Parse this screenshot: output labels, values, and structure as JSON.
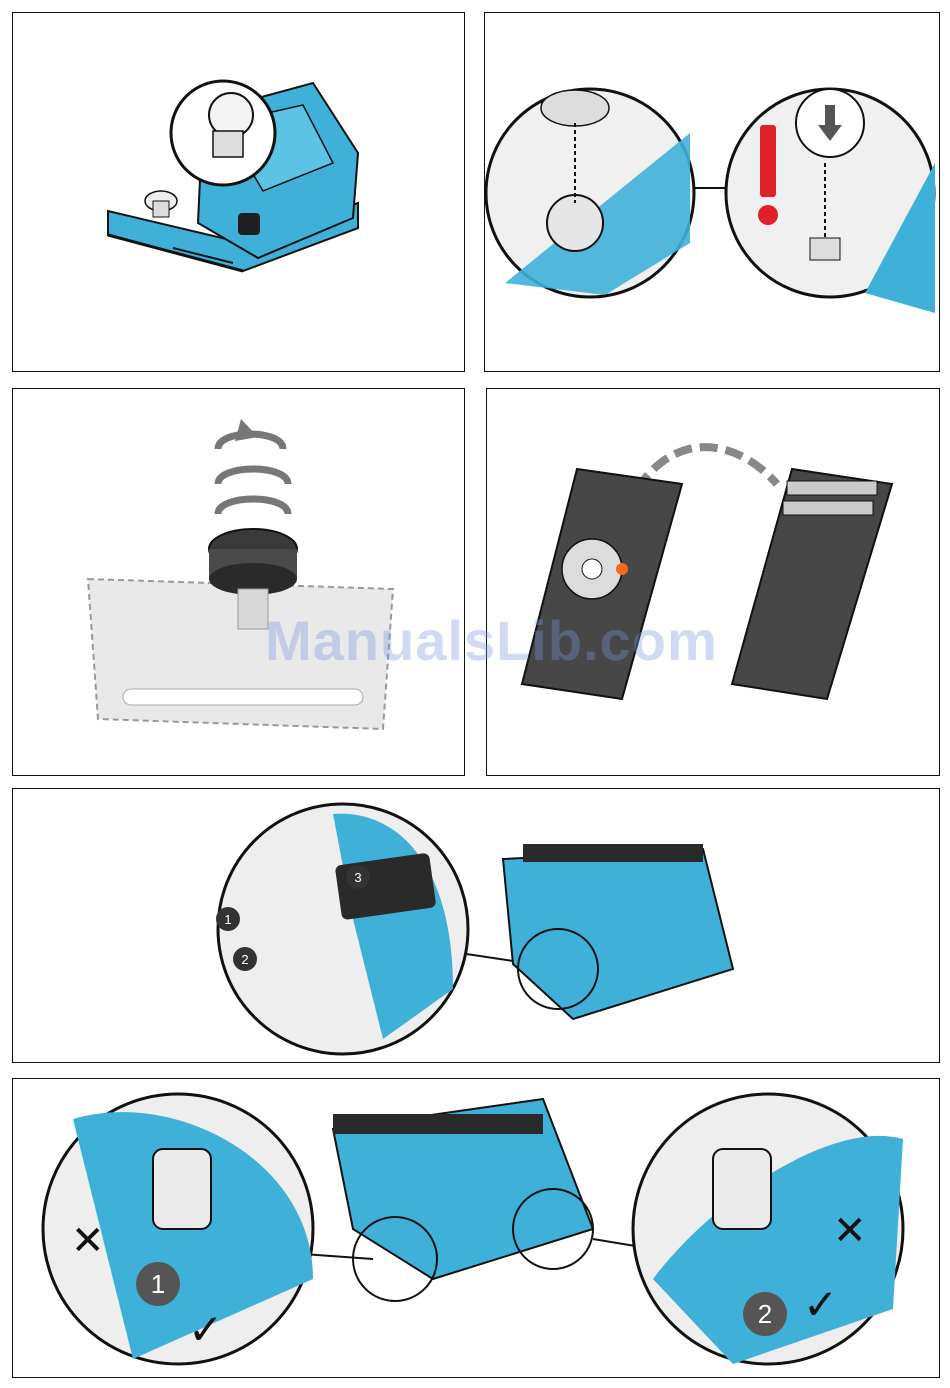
{
  "colors": {
    "device_blue": "#3fb0d8",
    "device_dark": "#1f1f1f",
    "remote_gray": "#444444",
    "warning_red": "#e0202a",
    "accent_orange": "#f26a1b",
    "outline": "#111111"
  },
  "panels": [
    {
      "id": "panel-1",
      "icons": [
        "magnifier-circle-icon",
        "brush-module-icon"
      ]
    },
    {
      "id": "panel-2",
      "icons": [
        "magnifier-circle-icon",
        "warning-exclamation-icon",
        "down-arrow-icon"
      ]
    },
    {
      "id": "panel-3",
      "icons": [
        "rotation-arrow-icon",
        "knob-icon"
      ]
    },
    {
      "id": "panel-4",
      "icons": [
        "remote-control-icon",
        "battery-compartment-icon",
        "curved-arrow-icon"
      ]
    },
    {
      "id": "panel-5",
      "step_labels": [
        "1",
        "2",
        "3"
      ]
    },
    {
      "id": "panel-6",
      "step_labels": [
        "1",
        "2"
      ],
      "marks": [
        "cross-icon",
        "check-icon"
      ]
    }
  ],
  "watermark": "ManualsLib.com"
}
